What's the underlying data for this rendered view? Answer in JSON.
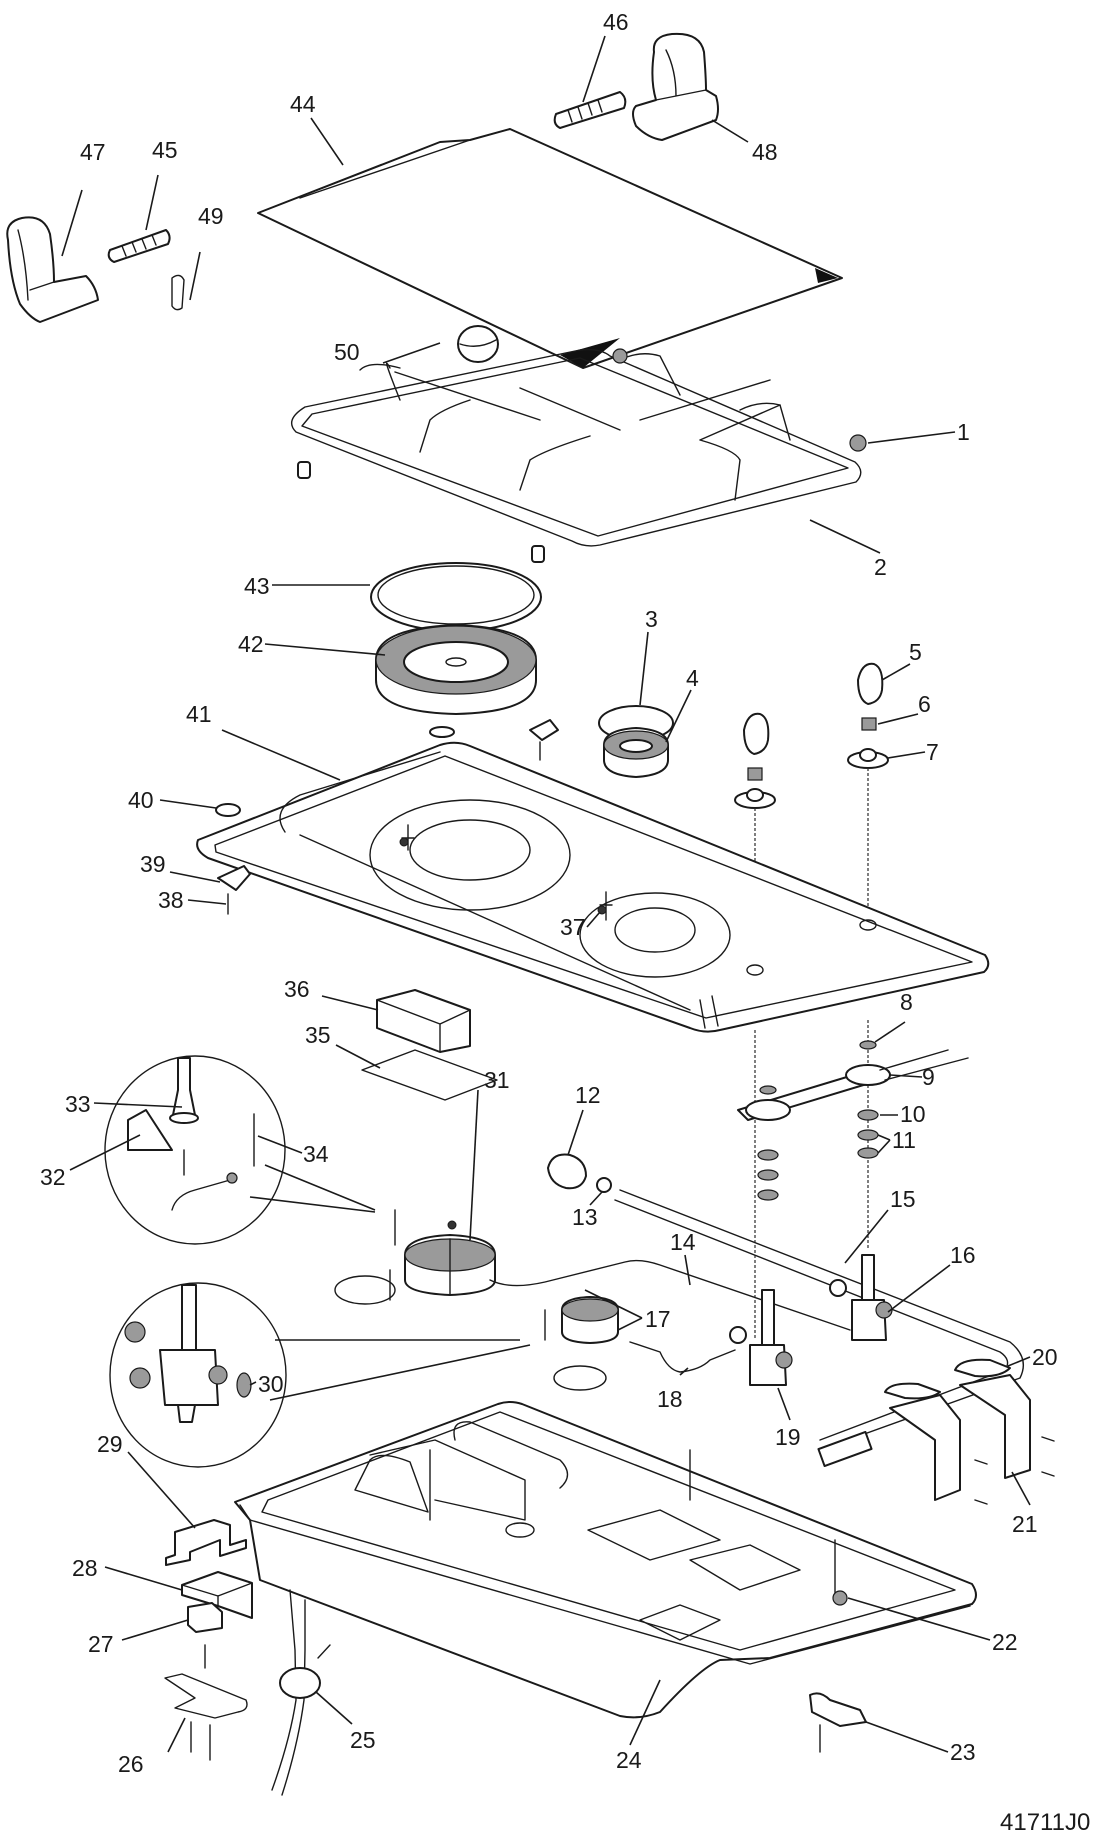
{
  "diagram": {
    "type": "exploded-parts-view",
    "subject": "Gas hob (2-burner) assembly",
    "drawing_code": "41711J0",
    "callouts": [
      {
        "id": "1",
        "label": "1",
        "part": "grate-foot"
      },
      {
        "id": "2",
        "label": "2",
        "part": "pan-support-grate"
      },
      {
        "id": "3",
        "label": "3",
        "part": "small-burner-cap"
      },
      {
        "id": "4",
        "label": "4",
        "part": "small-burner-crown"
      },
      {
        "id": "5",
        "label": "5",
        "part": "control-knob"
      },
      {
        "id": "6",
        "label": "6",
        "part": "knob-spring"
      },
      {
        "id": "7",
        "label": "7",
        "part": "knob-bezel"
      },
      {
        "id": "8",
        "label": "8",
        "part": "washer"
      },
      {
        "id": "9",
        "label": "9",
        "part": "ignition-switch-bar"
      },
      {
        "id": "10",
        "label": "10",
        "part": "washer"
      },
      {
        "id": "11",
        "label": "11",
        "part": "washers"
      },
      {
        "id": "12",
        "label": "12",
        "part": "gas-inlet-elbow"
      },
      {
        "id": "13",
        "label": "13",
        "part": "seal"
      },
      {
        "id": "14",
        "label": "14",
        "part": "gas-pipe"
      },
      {
        "id": "15",
        "label": "15",
        "part": "gas-manifold"
      },
      {
        "id": "16",
        "label": "16",
        "part": "gas-tap"
      },
      {
        "id": "17",
        "label": "17",
        "part": "small-burner-body"
      },
      {
        "id": "18",
        "label": "18",
        "part": "gas-pipe"
      },
      {
        "id": "19",
        "label": "19",
        "part": "gas-tap"
      },
      {
        "id": "20",
        "label": "20",
        "part": "clip"
      },
      {
        "id": "21",
        "label": "21",
        "part": "tap-bracket"
      },
      {
        "id": "22",
        "label": "22",
        "part": "screw"
      },
      {
        "id": "23",
        "label": "23",
        "part": "fixing-bracket"
      },
      {
        "id": "24",
        "label": "24",
        "part": "base-tray"
      },
      {
        "id": "25",
        "label": "25",
        "part": "cable-clamp"
      },
      {
        "id": "26",
        "label": "26",
        "part": "cover-plate"
      },
      {
        "id": "27",
        "label": "27",
        "part": "terminal-block"
      },
      {
        "id": "28",
        "label": "28",
        "part": "terminal-cover"
      },
      {
        "id": "29",
        "label": "29",
        "part": "cable-bracket"
      },
      {
        "id": "30",
        "label": "30",
        "part": "tap-seal"
      },
      {
        "id": "31",
        "label": "31",
        "part": "large-burner-body"
      },
      {
        "id": "32",
        "label": "32",
        "part": "electrode-clip"
      },
      {
        "id": "33",
        "label": "33",
        "part": "ignition-electrode"
      },
      {
        "id": "34",
        "label": "34",
        "part": "thermocouple"
      },
      {
        "id": "35",
        "label": "35",
        "part": "insulation-pad"
      },
      {
        "id": "36",
        "label": "36",
        "part": "spark-generator"
      },
      {
        "id": "37",
        "label": "37",
        "part": "electrode-assembly"
      },
      {
        "id": "38",
        "label": "38",
        "part": "screw"
      },
      {
        "id": "39",
        "label": "39",
        "part": "fixing-clip"
      },
      {
        "id": "40",
        "label": "40",
        "part": "clip"
      },
      {
        "id": "41",
        "label": "41",
        "part": "hob-top-panel"
      },
      {
        "id": "42",
        "label": "42",
        "part": "large-burner-crown"
      },
      {
        "id": "43",
        "label": "43",
        "part": "large-burner-cap"
      },
      {
        "id": "44",
        "label": "44",
        "part": "glass-lid"
      },
      {
        "id": "45",
        "label": "45",
        "part": "hinge-pin"
      },
      {
        "id": "46",
        "label": "46",
        "part": "hinge-pin"
      },
      {
        "id": "47",
        "label": "47",
        "part": "hinge-left"
      },
      {
        "id": "48",
        "label": "48",
        "part": "hinge-right"
      },
      {
        "id": "49",
        "label": "49",
        "part": "screw"
      },
      {
        "id": "50",
        "label": "50",
        "part": "lid-bumper"
      }
    ]
  }
}
